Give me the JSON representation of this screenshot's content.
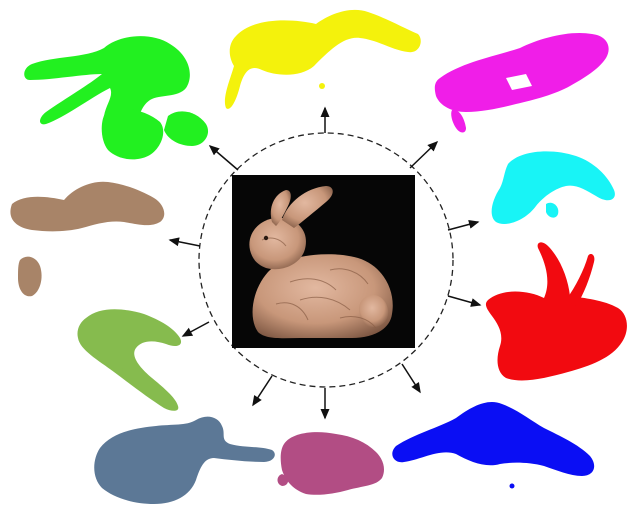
{
  "diagram": {
    "center_image": {
      "subject": "stanford-bunny-photo",
      "background": "#060606",
      "body_color": "#c8977a"
    },
    "circle_style": {
      "stroke": "#222222",
      "dashed": true
    },
    "arrow_color": "#111111",
    "segments": [
      {
        "name": "segment-green",
        "color": "#22f020"
      },
      {
        "name": "segment-yellow",
        "color": "#f4f20c"
      },
      {
        "name": "segment-magenta",
        "color": "#f01ee8"
      },
      {
        "name": "segment-cyan",
        "color": "#18f4f6"
      },
      {
        "name": "segment-red",
        "color": "#f20a10"
      },
      {
        "name": "segment-blue",
        "color": "#0a0ef4"
      },
      {
        "name": "segment-pink",
        "color": "#b24d84"
      },
      {
        "name": "segment-slate",
        "color": "#5c7896"
      },
      {
        "name": "segment-olive",
        "color": "#86bb4e"
      },
      {
        "name": "segment-brown",
        "color": "#a88468"
      }
    ]
  }
}
